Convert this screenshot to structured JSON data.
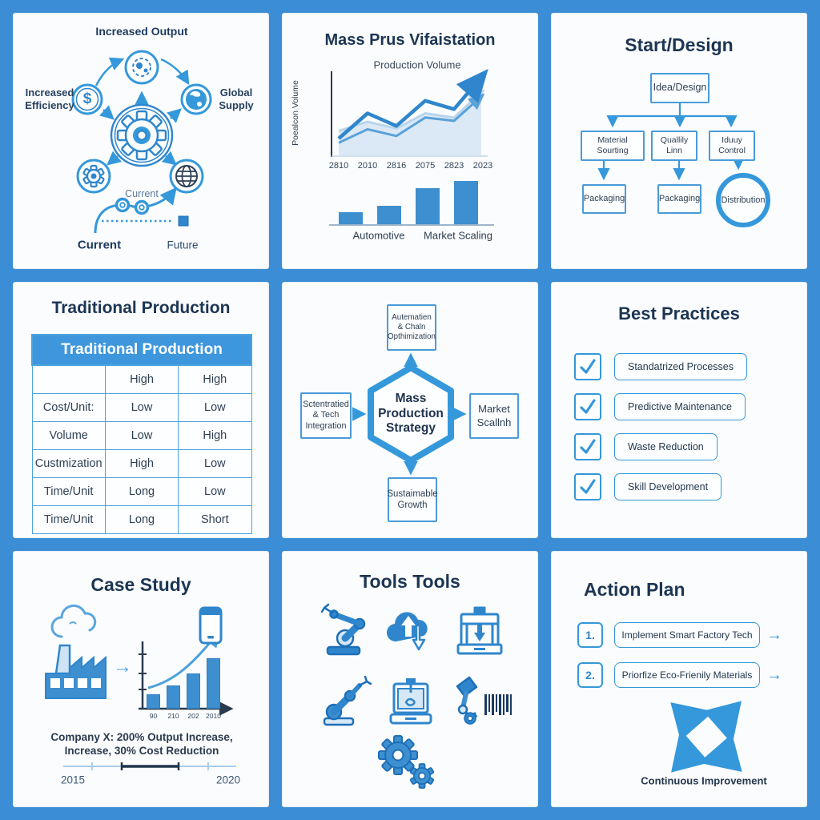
{
  "page": {
    "background": "#3b8ed5",
    "card_background": "#fbfcfd"
  },
  "colors": {
    "accent": "#2f86cc",
    "bright": "#3498db",
    "navy": "#1c3553",
    "light": "#aecfe9",
    "area": "#dbe9f6",
    "table_header": "#3e97dd",
    "dark": "#22344d"
  },
  "icons": {
    "arrow_glyph": "→"
  },
  "ecosystem": {
    "top_label": "Increased Output",
    "left_label": [
      "Increased",
      "Efficiency"
    ],
    "right_label": [
      "Global",
      "Supply"
    ],
    "dollar_glyph": "$",
    "curve_label": "Current",
    "start_label": "Current",
    "end_label": "Future"
  },
  "volume": {
    "title": "Mass Prus Vifaistation",
    "chart_title": "Production Volume",
    "y_axis_label": "Poealcon Volume",
    "chart_data": {
      "type": "line",
      "x_ticks": [
        "2810",
        "2010",
        "2816",
        "2075",
        "2823",
        "2023"
      ],
      "ylim": [
        0,
        10
      ],
      "grid": false,
      "series": [
        {
          "name": "primary-trend",
          "values": [
            2,
            5,
            3.5,
            6.5,
            5.5,
            9.3
          ]
        },
        {
          "name": "secondary-area",
          "values": [
            2.9,
            4,
            3.2,
            5,
            4.5,
            7.5
          ]
        },
        {
          "name": "tertiary-trend",
          "values": [
            1.5,
            3.1,
            2.3,
            4.5,
            4.1,
            7
          ]
        }
      ]
    },
    "bar_chart_data": {
      "type": "bar",
      "values": [
        1.9,
        2.9,
        5.6,
        6.8
      ],
      "ylim": [
        0,
        8
      ],
      "group_labels": [
        "Automotive",
        "Market Scaling"
      ]
    }
  },
  "flowchart": {
    "title": "Start/Design",
    "root": "Idea/Design",
    "level2": [
      "Material Sourting",
      "Quallily Linn",
      "Iduuy Control"
    ],
    "level3": [
      "Packaging",
      "Packaging",
      "Distribution"
    ]
  },
  "comparison": {
    "title": "Traditional Production",
    "header": "Traditional Production",
    "rows": [
      [
        "",
        "High",
        "High"
      ],
      [
        "Cost/Unit:",
        "Low",
        "Low"
      ],
      [
        "Volume",
        "Low",
        "High"
      ],
      [
        "Custmization",
        "High",
        "Low"
      ],
      [
        "Time/Unit",
        "Long",
        "Low"
      ],
      [
        "Time/Unit",
        "Long",
        "Short"
      ]
    ]
  },
  "strategy": {
    "center": [
      "Mass",
      "Production",
      "Strategy"
    ],
    "top": [
      "Autematien",
      "& Chaln",
      "Opthimization"
    ],
    "left": [
      "Sctentratied",
      "& Tech",
      "Integration"
    ],
    "right": [
      "Market",
      "Scallnh"
    ],
    "bottom": [
      "Sustaimable",
      "Growth"
    ]
  },
  "practices": {
    "title": "Best Practices",
    "items": [
      "Standatrized Processes",
      "Predictive Maintenance",
      "Waste Reduction",
      "Skill Development"
    ]
  },
  "case_study": {
    "title": "Case Study",
    "chart_data": {
      "type": "bar",
      "x_ticks": [
        "90",
        "210",
        "202",
        "2010"
      ],
      "values": [
        2,
        3.2,
        4.9,
        7
      ],
      "ylim": [
        0,
        8
      ]
    },
    "caption": [
      "Company X: 200% Output Increase,",
      "Increase, 30% Cost Reduction"
    ],
    "timeline": {
      "start": "2015",
      "end": "2020"
    }
  },
  "tools": {
    "title": "Tools Tools"
  },
  "action": {
    "title": "Action Plan",
    "steps": [
      {
        "num": "1.",
        "label": "Implement Smart Factory Tech"
      },
      {
        "num": "2.",
        "label": "Priorfize Eco-Frienily Materials"
      }
    ],
    "cycle_caption": "Continuous Improvement"
  }
}
